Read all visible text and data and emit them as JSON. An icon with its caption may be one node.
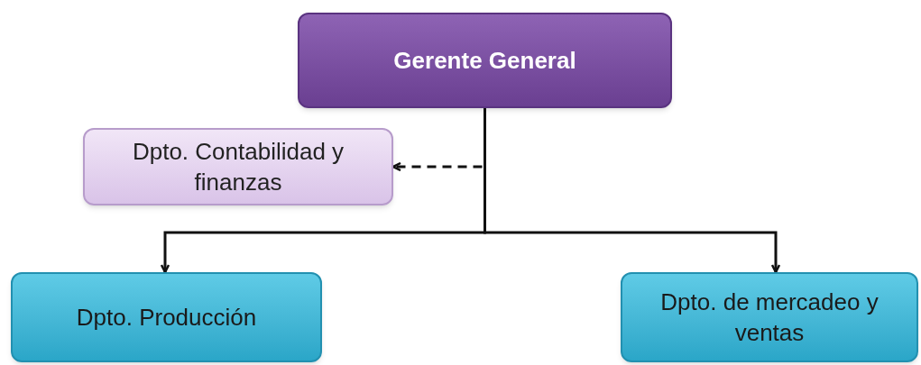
{
  "diagram": {
    "nodes": [
      {
        "text": [
          "Gerente General"
        ]
      },
      {
        "text": [
          "Dpto. Contabilidad y finanzas"
        ]
      },
      {
        "text": [
          "Dpto. Producción"
        ]
      },
      {
        "text": [
          "Dpto. de mercadeo y ventas"
        ]
      }
    ],
    "edges": [
      {
        "from": 0,
        "to": 1,
        "arrow": "to",
        "style": "dashed"
      },
      {
        "from": 0,
        "to": 2,
        "arrow": "to"
      },
      {
        "from": 0,
        "to": 3,
        "arrow": "to"
      }
    ]
  }
}
